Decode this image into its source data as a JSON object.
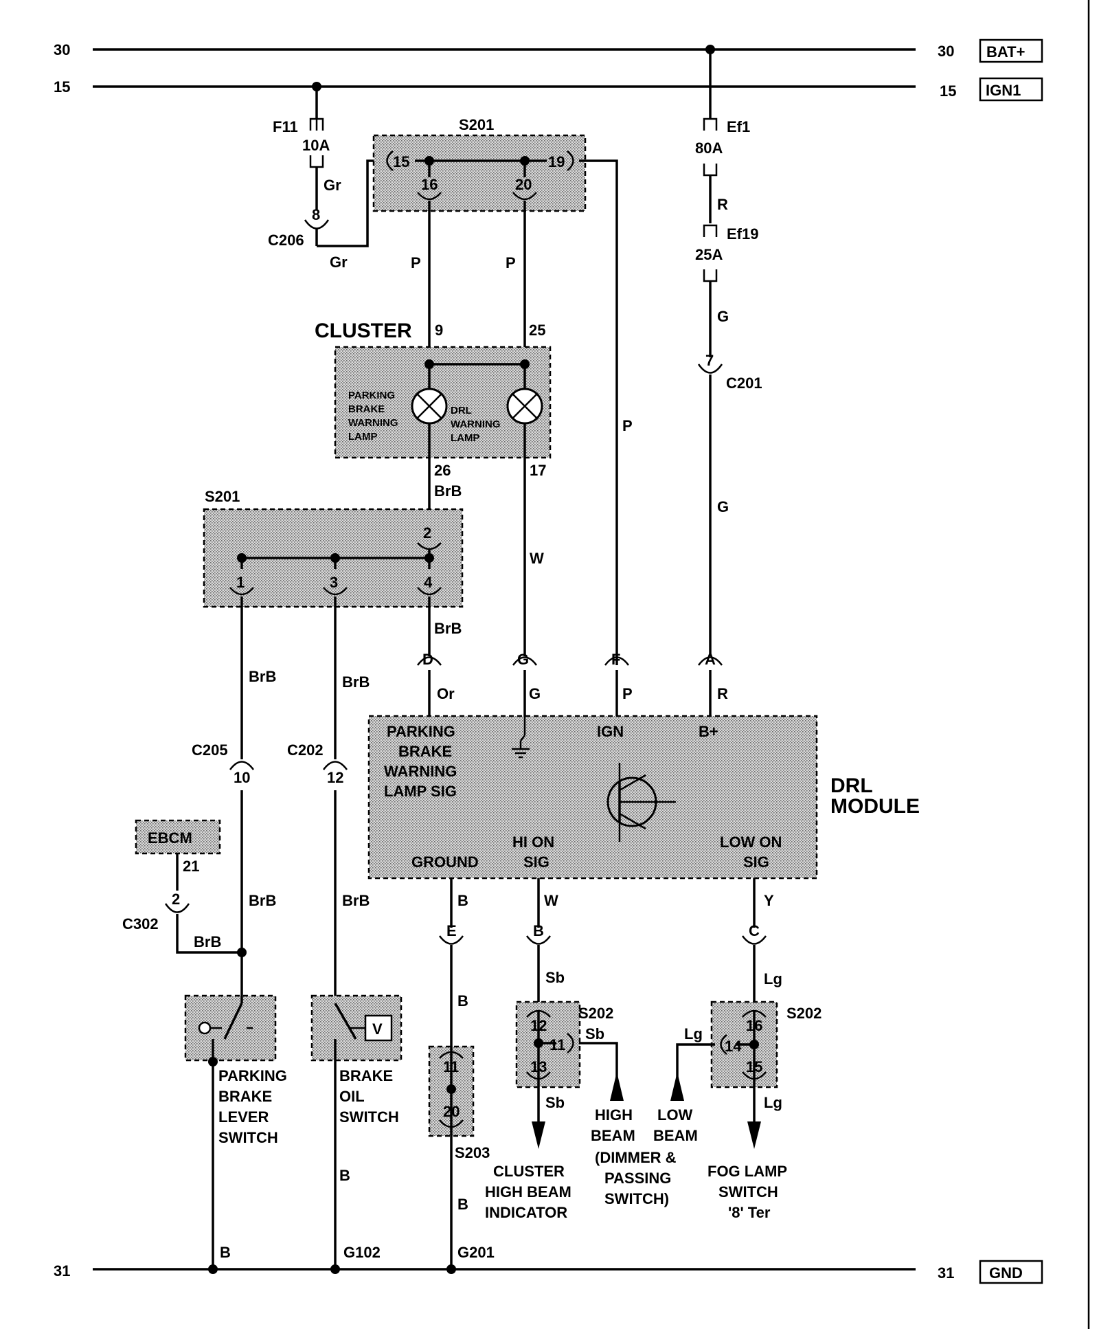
{
  "rails": {
    "bat_left": "30",
    "bat_right": "30",
    "bat_label": "BAT+",
    "ign_left": "15",
    "ign_right": "15",
    "ign_label": "IGN1",
    "gnd_left": "31",
    "gnd_right": "31",
    "gnd_label": "GND"
  },
  "fuses": {
    "f11_name": "F11",
    "f11_rating": "10A",
    "ef1_name": "Ef1",
    "ef1_rating": "80A",
    "ef19_name": "Ef19",
    "ef19_rating": "25A"
  },
  "splices": {
    "s201": "S201",
    "s202": "S202",
    "s203": "S203"
  },
  "connectors": {
    "c206": "C206",
    "c201": "C201",
    "c205": "C205",
    "c202": "C202",
    "c302": "C302"
  },
  "pins": {
    "c206_8": "8",
    "s201_15": "15",
    "s201_16": "16",
    "s201_20": "20",
    "s201_19": "19",
    "cl_9": "9",
    "cl_25": "25",
    "cl_26": "26",
    "cl_17": "17",
    "c201_7": "7",
    "s201_2": "2",
    "s201_1": "1",
    "s201_3": "3",
    "s201_4": "4",
    "drl_d": "D",
    "drl_g": "G",
    "drl_f": "F",
    "drl_a": "A",
    "c205_10": "10",
    "c202_12": "12",
    "ebcm_21": "21",
    "c302_2": "2",
    "drl_e": "E",
    "drl_b": "B",
    "drl_c": "C",
    "s203_11": "11",
    "s203_20": "20",
    "s202_12": "12",
    "s202_11": "11",
    "s202_13": "13",
    "s202_16": "16",
    "s202_14": "14",
    "s202_15": "15"
  },
  "wires": {
    "gr1": "Gr",
    "gr2": "Gr",
    "p1": "P",
    "p2": "P",
    "p3": "P",
    "p4": "P",
    "r1": "R",
    "r2": "R",
    "g1": "G",
    "g2": "G",
    "g3": "G",
    "brb1": "BrB",
    "brb2": "BrB",
    "brb3": "BrB",
    "brb4": "BrB",
    "brb5": "BrB",
    "brb6": "BrB",
    "brb7": "BrB",
    "w1": "W",
    "w2": "W",
    "or1": "Or",
    "y1": "Y",
    "b1": "B",
    "b2": "B",
    "b3": "B",
    "b4": "B",
    "b5": "B",
    "sb1": "Sb",
    "sb2": "Sb",
    "sb3": "Sb",
    "lg1": "Lg",
    "lg2": "Lg",
    "lg3": "Lg"
  },
  "grounds": {
    "g102": "G102",
    "g201": "G201"
  },
  "cluster": {
    "title": "CLUSTER",
    "lamp1": [
      "PARKING",
      "BRAKE",
      "WARNING",
      "LAMP"
    ],
    "lamp2": [
      "DRL",
      "WARNING",
      "LAMP"
    ]
  },
  "drl_module": {
    "title": [
      "DRL",
      "MODULE"
    ],
    "parking_sig": [
      "PARKING",
      "BRAKE",
      "WARNING",
      "LAMP SIG"
    ],
    "ign": "IGN",
    "bplus": "B+",
    "ground": "GROUND",
    "hi_on": [
      "HI ON",
      "SIG"
    ],
    "low_on": [
      "LOW ON",
      "SIG"
    ]
  },
  "ebcm": "EBCM",
  "switches": {
    "parking": [
      "PARKING",
      "BRAKE",
      "LEVER",
      "SWITCH"
    ],
    "oil": [
      "BRAKE",
      "OIL",
      "SWITCH"
    ],
    "oil_symbol": "V"
  },
  "destinations": {
    "cluster_hb": [
      "CLUSTER",
      "HIGH BEAM",
      "INDICATOR"
    ],
    "high_beam": [
      "HIGH",
      "BEAM",
      "(DIMMER &",
      "PASSING",
      "SWITCH)"
    ],
    "low_beam": [
      "LOW",
      "BEAM"
    ],
    "fog_lamp": [
      "FOG LAMP",
      "SWITCH",
      "'8' Ter"
    ]
  }
}
